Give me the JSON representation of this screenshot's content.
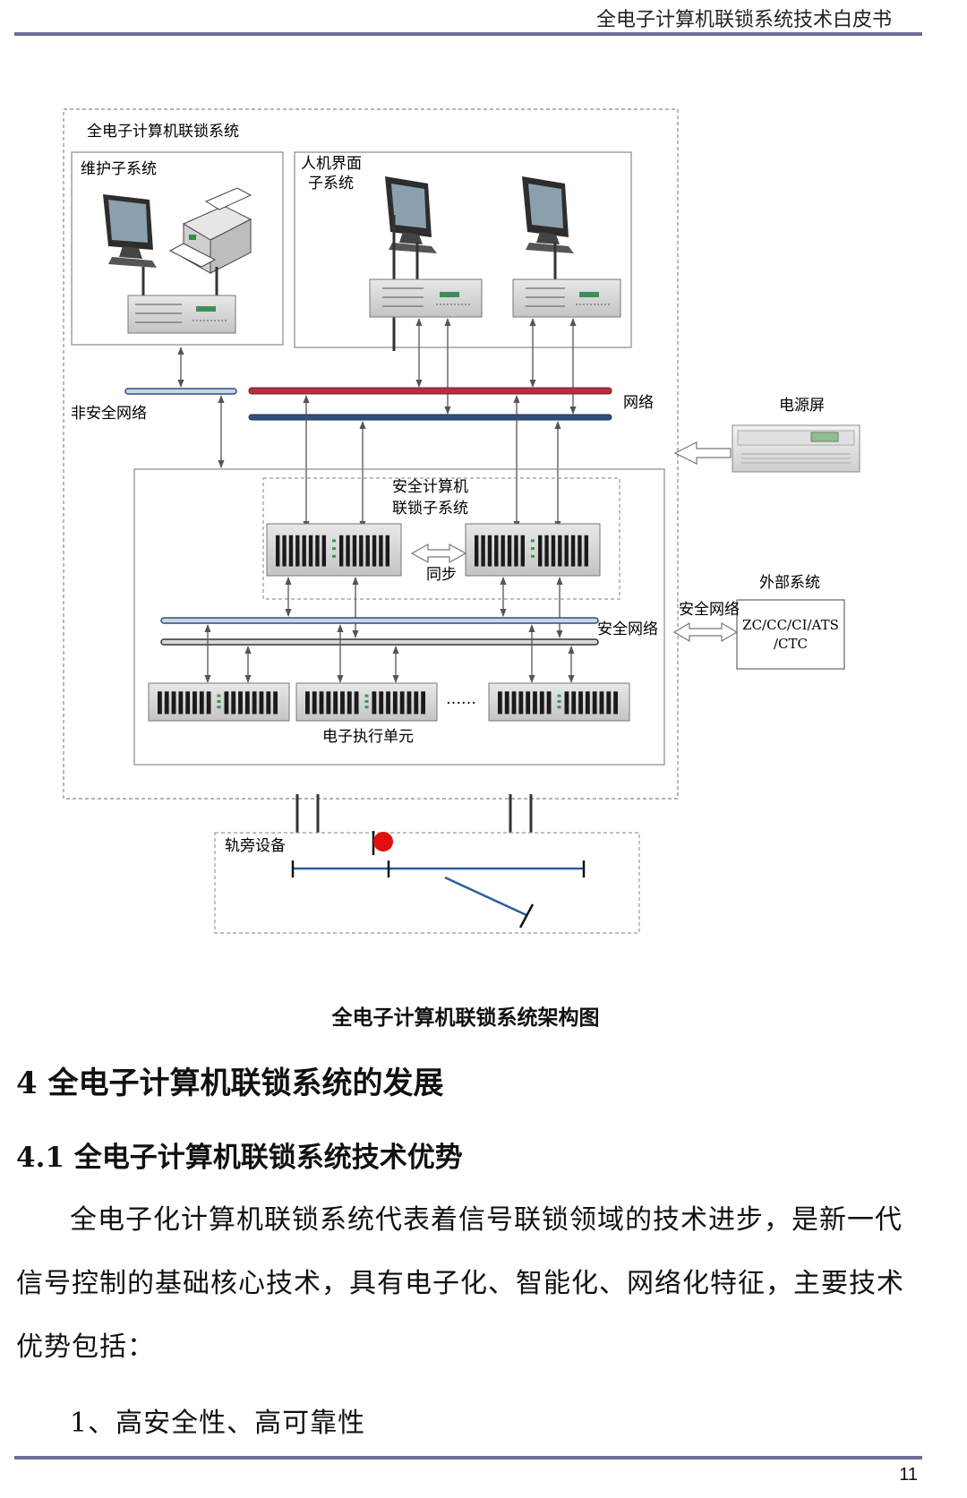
{
  "header": {
    "title": "全电子计算机联锁系统技术白皮书"
  },
  "diagram": {
    "outer_system_label": "全电子计算机联锁系统",
    "maintenance_subsystem": "维护子系统",
    "hmi_subsystem_line1": "人机界面",
    "hmi_subsystem_line2": "子系统",
    "non_safety_network": "非安全网络",
    "network": "网络",
    "power_panel": "电源屏",
    "safety_subsystem_line1": "安全计算机",
    "safety_subsystem_line2": "联锁子系统",
    "sync": "同步",
    "external_system": "外部系统",
    "external_link_label": "安全网络",
    "external_box_line1": "ZC/CC/CI/ATS",
    "external_box_line2": "/CTC",
    "safety_network": "安全网络",
    "ellipsis": "……",
    "execution_units": "电子执行单元",
    "trackside_equipment": "轨旁设备"
  },
  "caption": "全电子计算机联锁系统架构图",
  "section": {
    "heading": "4 全电子计算机联锁系统的发展",
    "subheading": "4.1 全电子计算机联锁系统技术优势",
    "paragraph": "全电子化计算机联锁系统代表着信号联锁领域的技术进步，是新一代信号控制的基础核心技术，具有电子化、智能化、网络化特征，主要技术优势包括：",
    "list_item_1": "1、高安全性、高可靠性"
  },
  "footer": {
    "page_number": "11"
  },
  "colors": {
    "rule": "#6f6c96",
    "red_network": "#b23040",
    "blue_network": "#2f4f7f",
    "signal": "#e01010",
    "track": "#2b5d9e"
  }
}
